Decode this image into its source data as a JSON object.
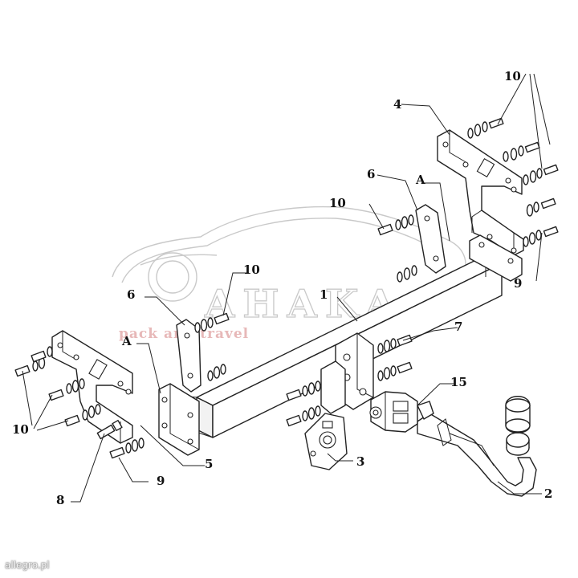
{
  "watermark": {
    "brand": "AHAKA",
    "tagline": "pack and travel",
    "corner_credit": "allegro.pl"
  },
  "callouts": {
    "c1": "1",
    "c2": "2",
    "c3": "3",
    "c4": "4",
    "c5": "5",
    "c6a": "6",
    "c6b": "6",
    "c7": "7",
    "c8": "8",
    "c9a": "9",
    "c9b": "9",
    "c10a": "10",
    "c10b": "10",
    "c10c": "10",
    "c10d": "10",
    "c15": "15",
    "ca1": "A",
    "ca2": "A"
  },
  "colors": {
    "line": "#222222",
    "watermark_gray": "#c9c9c9",
    "watermark_red": "#e7b8b8"
  }
}
